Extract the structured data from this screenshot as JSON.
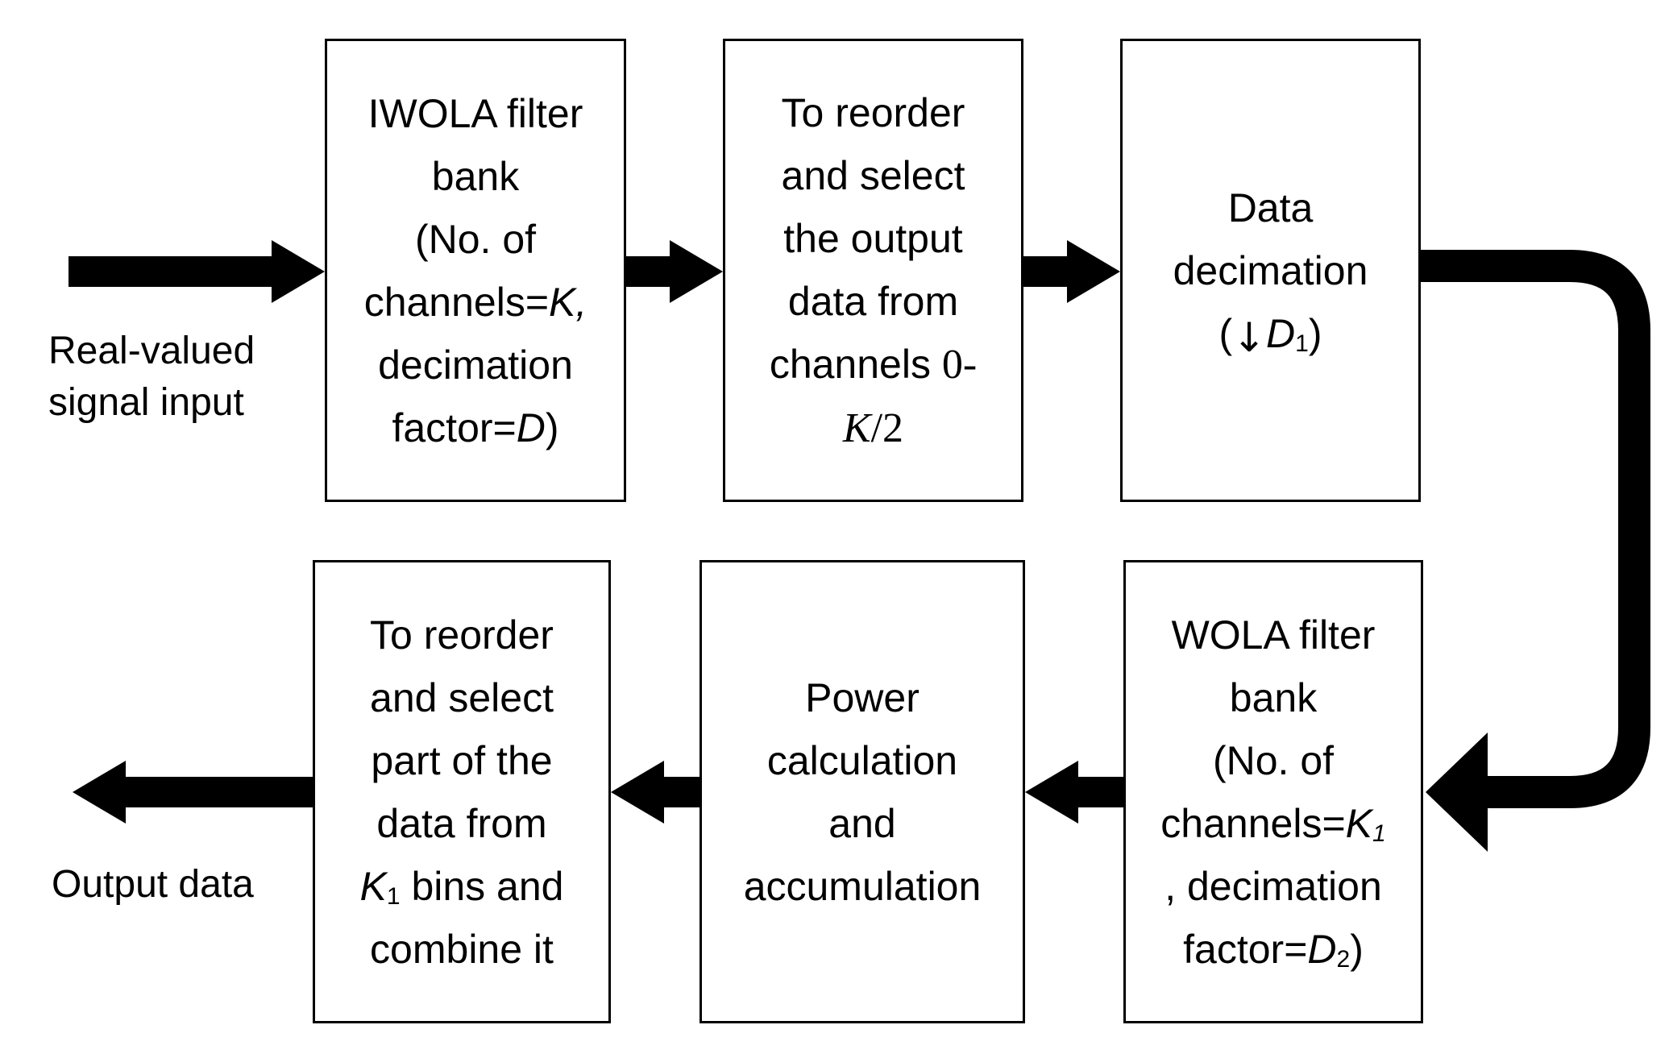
{
  "diagram": {
    "background": "#ffffff",
    "line_color": "#000000",
    "labels": {
      "input": {
        "lines": [
          "Real-valued",
          "signal input"
        ]
      },
      "output": {
        "lines": [
          "Output data"
        ]
      }
    },
    "boxes": [
      {
        "id": "iwola-filter-bank",
        "lines": [
          "IWOLA filter",
          "bank",
          "(No. of",
          [
            {
              "t": "channels="
            },
            {
              "t": "K,",
              "i": 1
            }
          ],
          "decimation",
          [
            {
              "t": "factor="
            },
            {
              "t": "D",
              "i": 1
            },
            {
              "t": ")"
            }
          ]
        ]
      },
      {
        "id": "reorder-select-output",
        "lines": [
          "To reorder",
          "and select",
          "the output",
          "data from",
          [
            {
              "t": "channels "
            },
            {
              "t": "0-",
              "s": 1
            }
          ],
          [
            {
              "t": "K",
              "s": 1,
              "i": 1
            },
            {
              "t": "/2",
              "s": 1
            }
          ]
        ]
      },
      {
        "id": "data-decimation",
        "lines": [
          "Data",
          "decimation",
          [
            {
              "t": "("
            },
            {
              "t": "↓",
              "arrow": 1
            },
            {
              "t": "D",
              "i": 1
            },
            {
              "t": "1",
              "sub": 1
            },
            {
              "t": ")"
            }
          ]
        ]
      },
      {
        "id": "wola-filter-bank",
        "lines": [
          "WOLA filter",
          "bank",
          "(No. of",
          [
            {
              "t": "channels="
            },
            {
              "t": "K",
              "i": 1
            },
            {
              "t": "1",
              "i": 1,
              "sub": 1
            }
          ],
          ", decimation",
          [
            {
              "t": "factor="
            },
            {
              "t": "D",
              "i": 1
            },
            {
              "t": "2",
              "sub": 1
            },
            {
              "t": ")"
            }
          ]
        ]
      },
      {
        "id": "power-calculation",
        "lines": [
          "Power",
          "calculation",
          "and",
          "accumulation"
        ]
      },
      {
        "id": "reorder-select-combine",
        "lines": [
          "To reorder",
          "and select",
          "part of the",
          "data from",
          [
            {
              "t": "K",
              "i": 1
            },
            {
              "t": "1",
              "sub": 1
            },
            {
              "t": " bins and"
            }
          ],
          "combine it"
        ]
      }
    ],
    "arrows": [
      {
        "name": "input-arrow",
        "direction": "right"
      },
      {
        "name": "iwola-to-reorder-arrow",
        "direction": "right"
      },
      {
        "name": "reorder-to-decimation-arrow",
        "direction": "right"
      },
      {
        "name": "decimation-to-wola-connector",
        "direction": "down-left"
      },
      {
        "name": "wola-to-power-arrow",
        "direction": "left"
      },
      {
        "name": "power-to-reorder-arrow",
        "direction": "left"
      },
      {
        "name": "output-arrow",
        "direction": "left"
      }
    ]
  }
}
